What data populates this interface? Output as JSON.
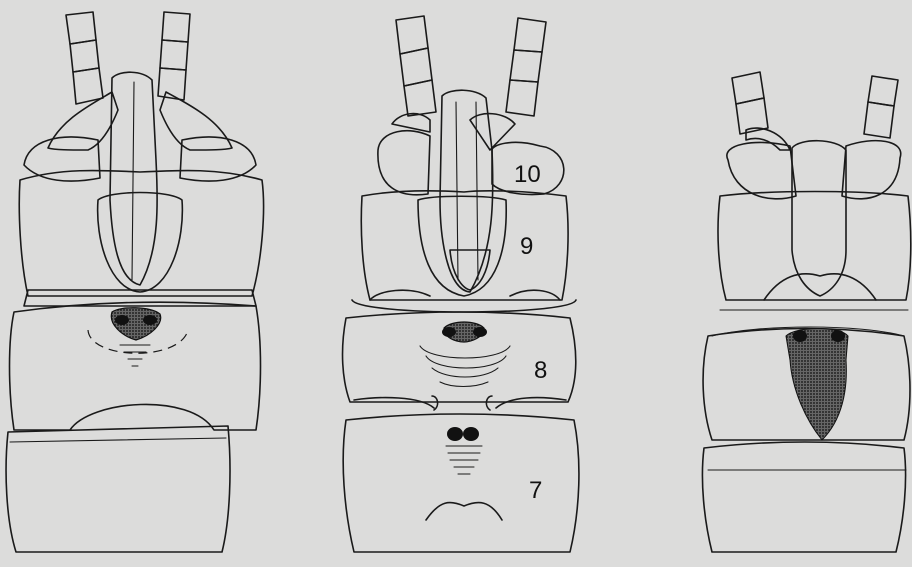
{
  "figure": {
    "background": "#dcdcdb",
    "ink": "#1a1a1a",
    "panels": [
      {
        "id": "left",
        "labels": []
      },
      {
        "id": "middle",
        "labels": [
          "10",
          "9",
          "8",
          "7"
        ]
      },
      {
        "id": "right",
        "labels": []
      }
    ]
  }
}
